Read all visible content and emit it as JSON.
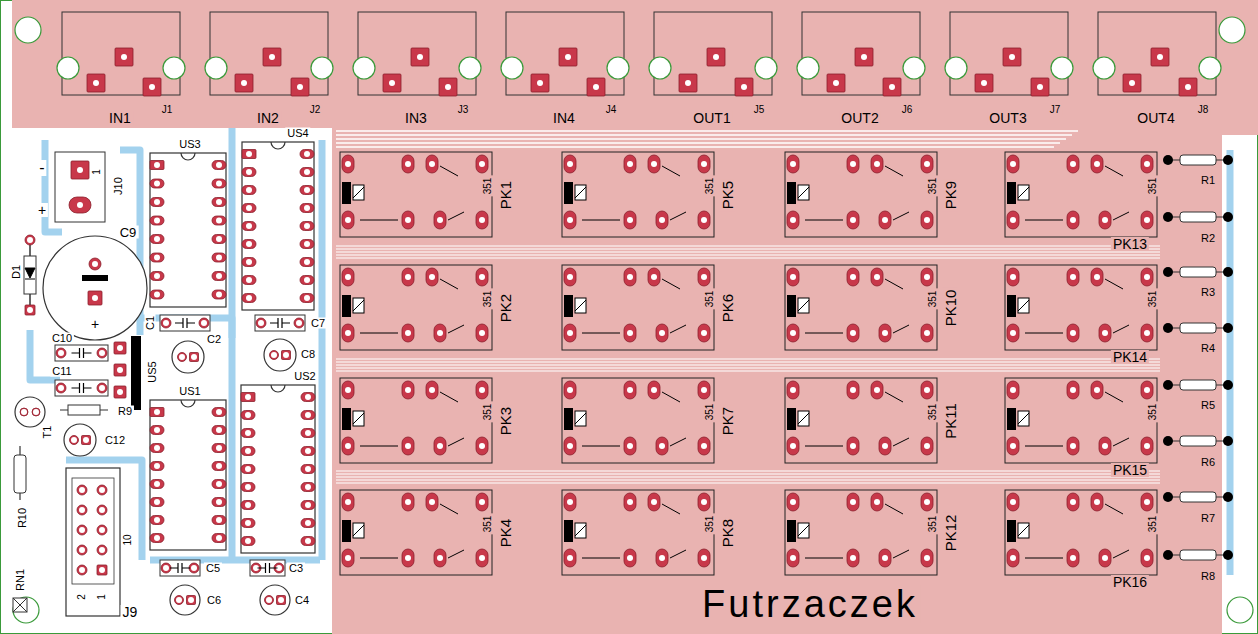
{
  "diagram": {
    "labels": [
      "IN1",
      "J1",
      "IN2",
      "J2",
      "IN3",
      "J3",
      "IN4",
      "J4",
      "OUT1",
      "J5",
      "OUT2",
      "J6",
      "OUT3",
      "J7",
      "OUT4",
      "J8",
      "J10",
      "1",
      "-",
      "+",
      "C9",
      "+",
      "D1",
      "US3",
      "US4",
      "C1",
      "C7",
      "C2",
      "C8",
      "C10",
      "US5",
      "C11",
      "US2",
      "US1",
      "R9",
      "T1",
      "C12",
      "R10",
      "10",
      "RN1",
      "2",
      "1",
      "J9",
      "C5",
      "C3",
      "C6",
      "C4",
      "351",
      "PK1",
      "351",
      "PK2",
      "351",
      "PK3",
      "351",
      "PK4",
      "351",
      "PK5",
      "351",
      "PK6",
      "351",
      "PK7",
      "351",
      "PK8",
      "351",
      "PK9",
      "351",
      "PK10",
      "351",
      "PK11",
      "351",
      "PK12",
      "351",
      "PK13",
      "351",
      "PK14",
      "351",
      "PK15",
      "351",
      "PK16",
      "R1",
      "R2",
      "R3",
      "R4",
      "R5",
      "R6",
      "R7",
      "R8",
      "Futrzaczek"
    ]
  }
}
